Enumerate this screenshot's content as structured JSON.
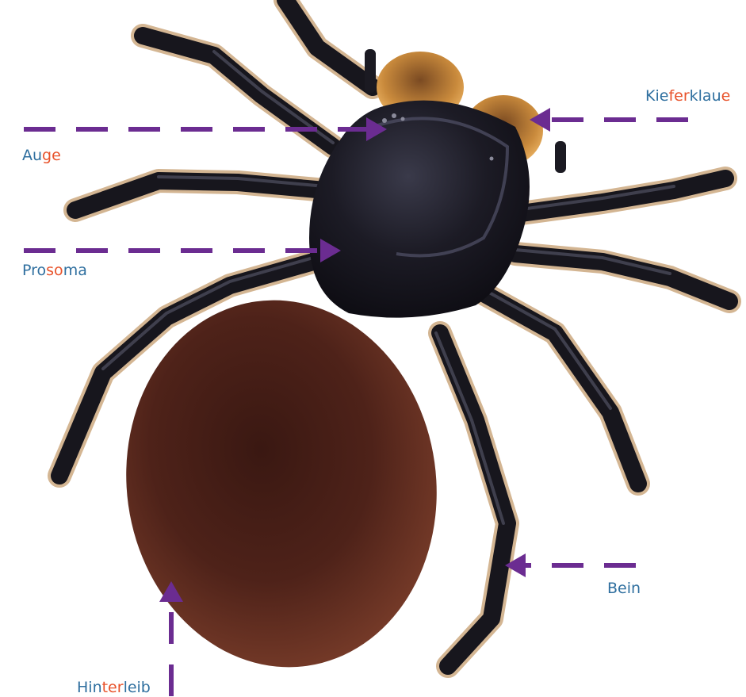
{
  "colors": {
    "label_blue": "#2f6f9f",
    "label_orange": "#e8532b",
    "arrow_purple": "#6b2c91",
    "body_black": "#1b1a22",
    "abdomen_brown": "#5a2a1e",
    "leg_hair": "#b07a3a"
  },
  "labels": {
    "auge": [
      {
        "text": "Au",
        "accent": false
      },
      {
        "text": "ge",
        "accent": true
      }
    ],
    "prosoma": [
      {
        "text": "Pro",
        "accent": false
      },
      {
        "text": "so",
        "accent": true
      },
      {
        "text": "ma",
        "accent": false
      }
    ],
    "kieferklaue": [
      {
        "text": "Kie",
        "accent": false
      },
      {
        "text": "fer",
        "accent": true
      },
      {
        "text": "klau",
        "accent": false
      },
      {
        "text": "e",
        "accent": true
      }
    ],
    "bein": [
      {
        "text": "Bein",
        "accent": false
      }
    ],
    "hinterleib": [
      {
        "text": "Hin",
        "accent": false
      },
      {
        "text": "ter",
        "accent": true
      },
      {
        "text": "leib",
        "accent": false
      }
    ]
  }
}
